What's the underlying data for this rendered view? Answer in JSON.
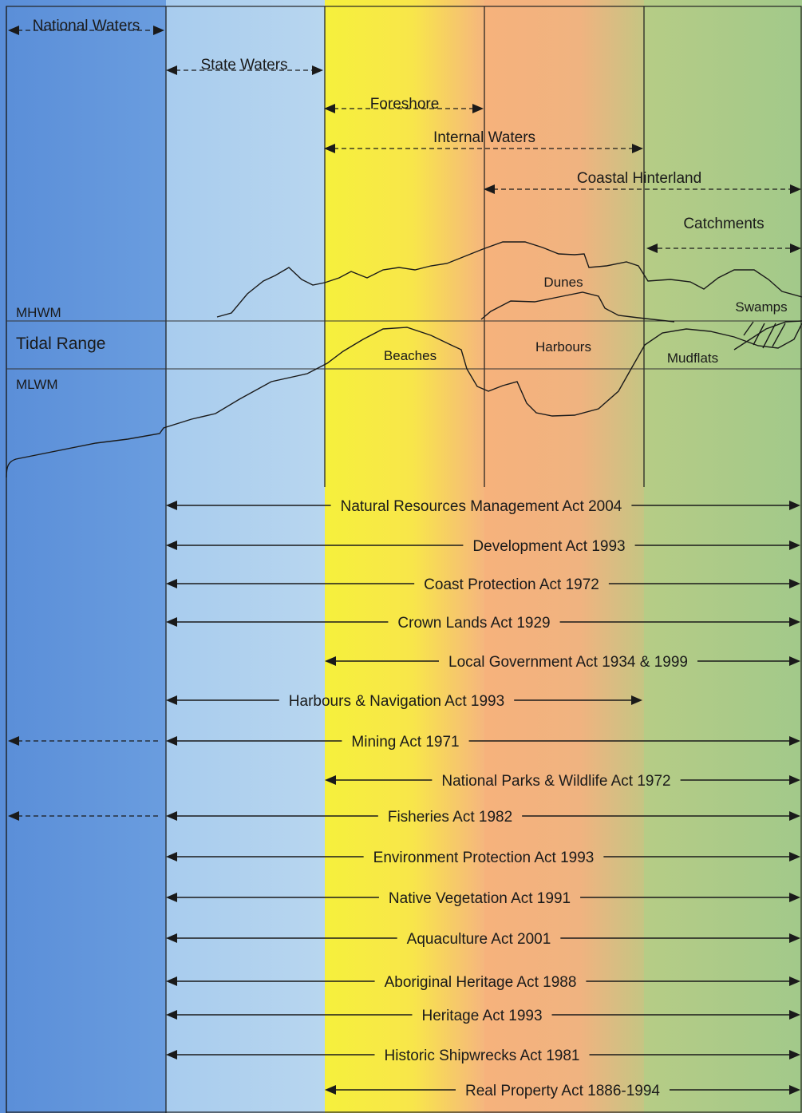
{
  "zones": [
    {
      "id": "national",
      "label": "National Waters"
    },
    {
      "id": "state",
      "label": "State Waters"
    },
    {
      "id": "foreshore",
      "label": "Foreshore"
    },
    {
      "id": "internal",
      "label": "Internal Waters"
    },
    {
      "id": "hinterland",
      "label": "Coastal Hinterland"
    },
    {
      "id": "catchments",
      "label": "Catchments"
    }
  ],
  "levels": {
    "mhwm": "MHWM",
    "tidal_range": "Tidal Range",
    "mlwm": "MLWM"
  },
  "features": [
    "Dunes",
    "Swamps",
    "Beaches",
    "Harbours",
    "Mudflats"
  ],
  "colors": {
    "national_waters": "#5b8fd9",
    "state_waters": "#a9cdee",
    "foreshore": "#f6f03c",
    "internal_waters": "#f4b07c",
    "hinterland": "#a9cd8a"
  },
  "acts": [
    {
      "label": "Natural Resources Management Act 2004",
      "from": "state",
      "to": "catchments",
      "extends_offshore": false
    },
    {
      "label": "Development Act 1993",
      "from": "state",
      "to": "catchments",
      "extends_offshore": false
    },
    {
      "label": "Coast Protection Act 1972",
      "from": "state",
      "to": "catchments",
      "extends_offshore": false
    },
    {
      "label": "Crown Lands Act 1929",
      "from": "state",
      "to": "catchments",
      "extends_offshore": false
    },
    {
      "label": "Local Government Act 1934 & 1999",
      "from": "foreshore",
      "to": "catchments",
      "extends_offshore": false
    },
    {
      "label": "Harbours & Navigation Act 1993",
      "from": "state",
      "to": "internal",
      "extends_offshore": false
    },
    {
      "label": "Mining Act 1971",
      "from": "state",
      "to": "catchments",
      "extends_offshore": true
    },
    {
      "label": "National Parks & Wildlife Act 1972",
      "from": "foreshore",
      "to": "catchments",
      "extends_offshore": false
    },
    {
      "label": "Fisheries Act 1982",
      "from": "state",
      "to": "catchments",
      "extends_offshore": true
    },
    {
      "label": "Environment Protection Act 1993",
      "from": "state",
      "to": "catchments",
      "extends_offshore": false
    },
    {
      "label": "Native Vegetation Act 1991",
      "from": "state",
      "to": "catchments",
      "extends_offshore": false
    },
    {
      "label": "Aquaculture Act 2001",
      "from": "state",
      "to": "catchments",
      "extends_offshore": false
    },
    {
      "label": "Aboriginal Heritage Act 1988",
      "from": "state",
      "to": "catchments",
      "extends_offshore": false
    },
    {
      "label": "Heritage Act 1993",
      "from": "state",
      "to": "catchments",
      "extends_offshore": false
    },
    {
      "label": "Historic Shipwrecks Act 1981",
      "from": "state",
      "to": "catchments",
      "extends_offshore": false
    },
    {
      "label": "Real Property Act 1886-1994",
      "from": "foreshore",
      "to": "catchments",
      "extends_offshore": false
    }
  ]
}
